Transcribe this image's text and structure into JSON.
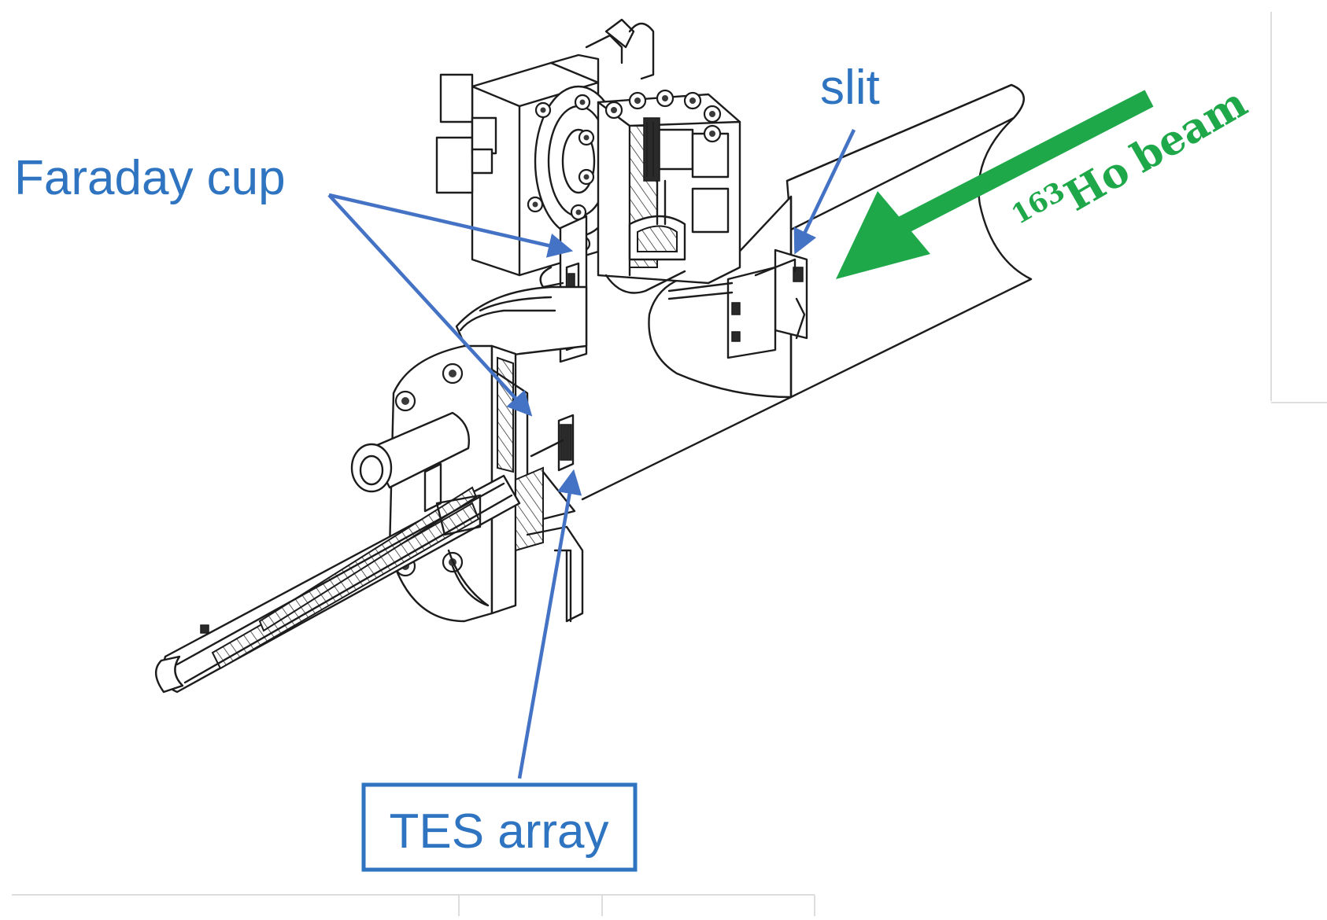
{
  "labels": {
    "faraday_cup": "Faraday cup",
    "slit": "slit",
    "tes_array": "TES array",
    "beam_mass_number": "163",
    "beam_element": "Ho",
    "beam_word": "beam"
  },
  "colors": {
    "label_blue": "#2e74c0",
    "pointer_blue": "#4472c4",
    "beam_green": "#1fa84a",
    "drawing_ink": "#1c1c1c"
  }
}
